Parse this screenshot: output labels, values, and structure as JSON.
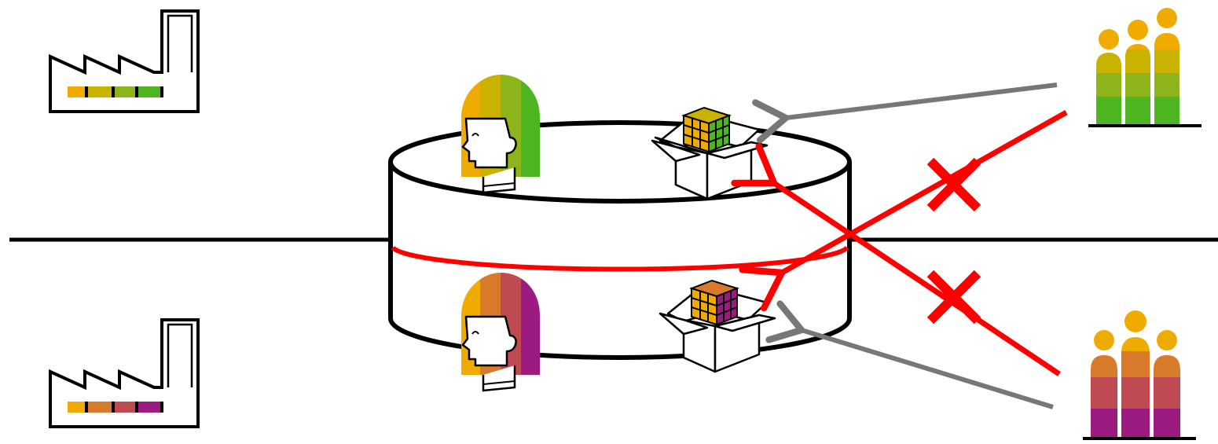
{
  "colors": {
    "tenant_a": [
      "#f0ab00",
      "#c9b200",
      "#8db41a",
      "#4db51f"
    ],
    "tenant_b": [
      "#f0ab00",
      "#d9792a",
      "#c04a52",
      "#9c1b80"
    ],
    "access_denied": "#ff0000",
    "access_allowed": "#777777",
    "outline": "#000000"
  },
  "icons": {
    "factory": "factory-icon",
    "user_head": "user-head-icon",
    "package": "package-box-icon",
    "user_group": "user-group-icon",
    "database": "database-cylinder-icon",
    "denied": "red-x-icon"
  },
  "tenants": [
    {
      "id": "tenant-a",
      "palette": "tenant_a"
    },
    {
      "id": "tenant-b",
      "palette": "tenant_b"
    }
  ],
  "access": [
    {
      "from": "user-group-a",
      "to": "package-a",
      "allowed": true
    },
    {
      "from": "user-group-b",
      "to": "package-b",
      "allowed": true
    },
    {
      "from": "user-group-a",
      "to": "package-b",
      "allowed": false
    },
    {
      "from": "user-group-b",
      "to": "package-a",
      "allowed": false
    }
  ]
}
